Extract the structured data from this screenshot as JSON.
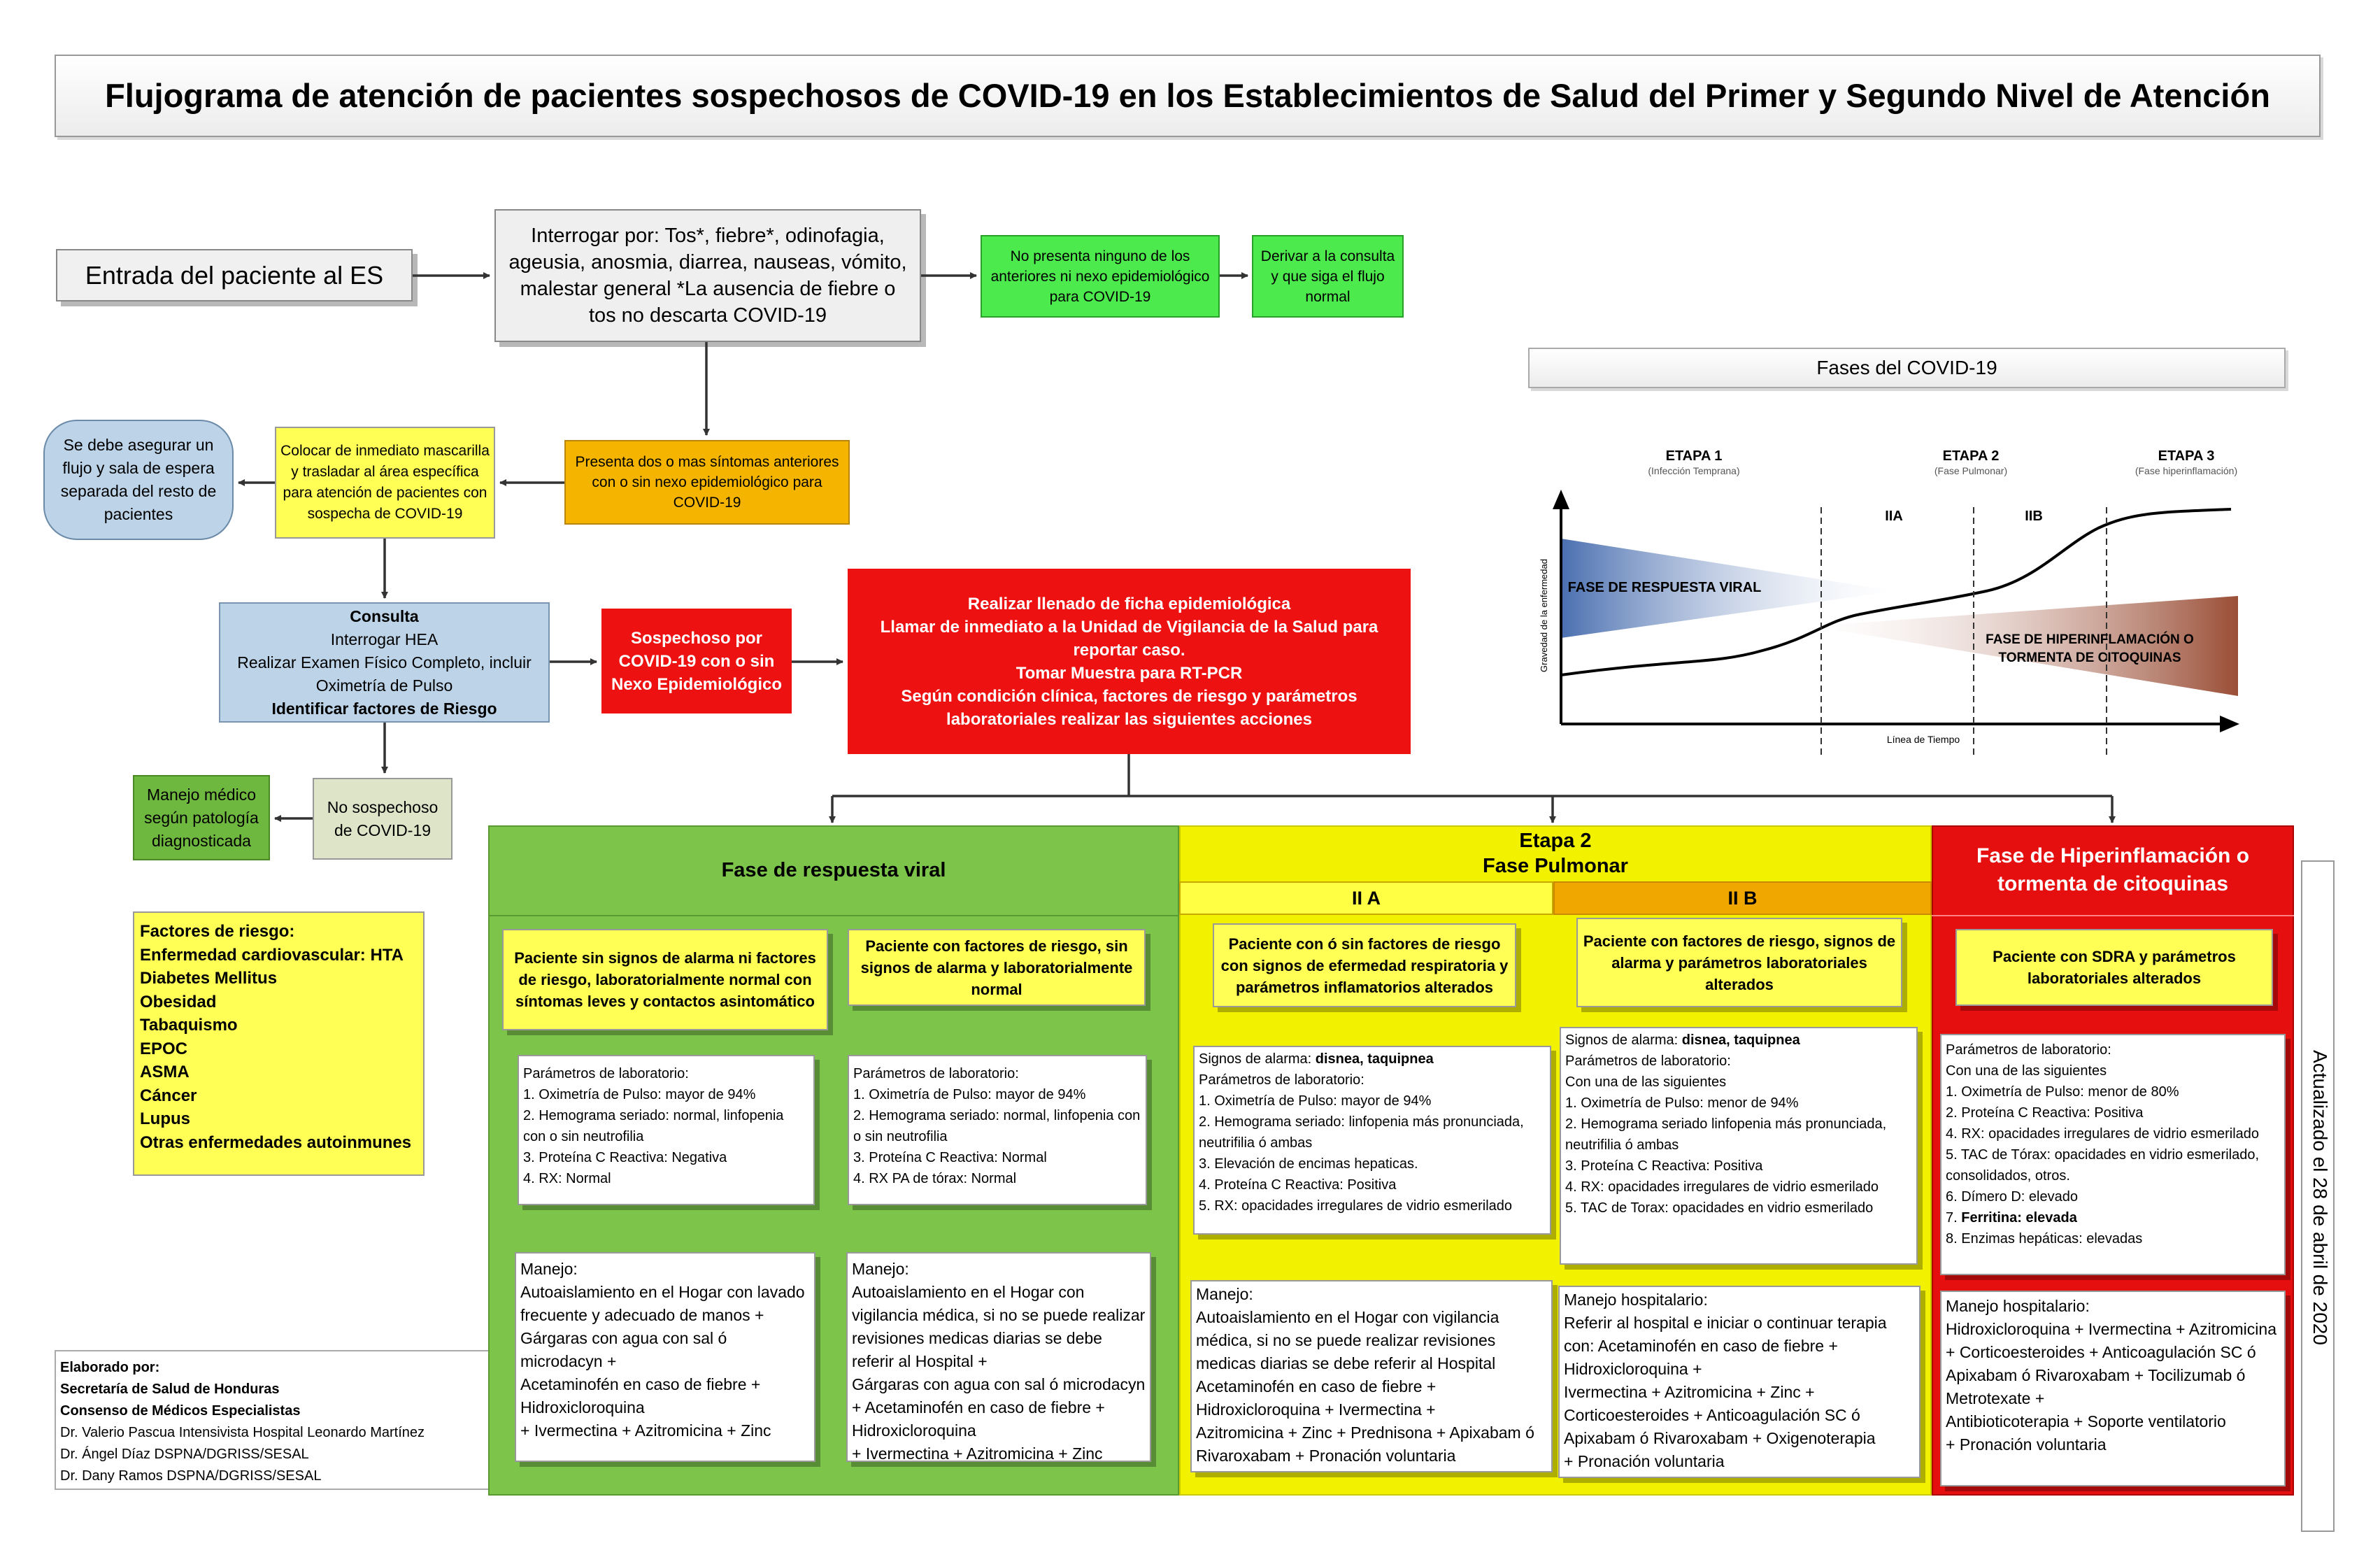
{
  "title": "Flujograma de atención de pacientes sospechosos de COVID-19 en los Establecimientos de Salud del Primer y Segundo Nivel de Atención",
  "entry": "Entrada del paciente al ES",
  "interrogate": "Interrogar por: Tos*, fiebre*, odinofagia, ageusia, anosmia, diarrea, nauseas, vómito, malestar general *La ausencia de fiebre o tos no descarta COVID-19",
  "no_symptoms": "No presenta  ninguno de los anteriores ni nexo epidemiológico para COVID-19",
  "derive": "Derivar a la consulta y que siga el flujo normal",
  "two_symptoms": "Presenta dos o mas síntomas anteriores con o sin nexo epidemiológico para COVID-19",
  "mask": "Colocar de inmediato mascarilla y trasladar al área específica para atención de pacientes con sospecha de COVID-19",
  "ensure": "Se debe asegurar un flujo y sala de espera separada del resto de pacientes",
  "consulta": {
    "title": "Consulta",
    "l1": "Interrogar HEA",
    "l2": "Realizar Examen Físico Completo, incluir",
    "l3": "Oximetría de Pulso",
    "l4": "Identificar factores de Riesgo"
  },
  "suspect": "Sospechoso por COVID-19 con o sin Nexo Epidemiológico",
  "epi": {
    "l1": "Realizar llenado de ficha epidemiológica",
    "l2": "Llamar de inmediato a la Unidad de Vigilancia de la Salud para reportar caso.",
    "l3": "Tomar Muestra para RT-PCR",
    "l4": "Según condición clínica, factores de riesgo y parámetros laboratoriales  realizar las siguientes acciones"
  },
  "not_suspect": "No sospechoso de COVID-19",
  "medical": "Manejo médico según patología diagnosticada",
  "risk": {
    "title": "Factores de riesgo:",
    "items": [
      "Enfermedad cardiovascular: HTA",
      "Diabetes Mellitus",
      "Obesidad",
      "Tabaquismo",
      "EPOC",
      "ASMA",
      "Cáncer",
      "Lupus",
      "Otras enfermedades autoinmunes"
    ]
  },
  "credits": {
    "title": "Elaborado por:",
    "org1": "Secretaría de Salud de Honduras",
    "org2": "Consenso de Médicos Especialistas",
    "p1": "Dr. Valerio Pascua Intensivista Hospital Leonardo Martínez",
    "p2": "Dr. Ángel Díaz DSPNA/DGRISS/SESAL",
    "p3": "Dr. Dany Ramos DSPNA/DGRISS/SESAL"
  },
  "updated": "Actualizado el 28 de abril de 2020",
  "phases_title": "Fases del COVID-19",
  "phase_chart": {
    "stage1": "ETAPA 1",
    "stage1_sub": "(Infección Temprana)",
    "stage2": "ETAPA 2",
    "stage2_sub": "(Fase Pulmonar)",
    "stage3": "ETAPA 3",
    "stage3_sub": "(Fase hiperinflamación)",
    "iia": "IIA",
    "iib": "IIB",
    "viral": "FASE DE RESPUESTA VIRAL",
    "hyper1": "FASE DE HIPERINFLAMACIÓN O",
    "hyper2": "TORMENTA DE CITOQUINAS",
    "ylabel": "Gravedad de la enfermedad",
    "xlabel": "Línea de Tiempo"
  },
  "col_viral": {
    "header": "Fase de respuesta viral",
    "a_title": "Paciente sin signos de alarma ni factores de riesgo, laboratorialmente normal con síntomas leves y contactos asintomático",
    "a_lab": [
      "Parámetros de laboratorio:",
      "1. Oximetría de Pulso: mayor de 94%",
      "2. Hemograma seriado: normal, linfopenia con o sin neutrofilia",
      "3. Proteína C Reactiva: Negativa",
      "4. RX: Normal"
    ],
    "a_man": [
      "Manejo:",
      "Autoaislamiento en el Hogar con lavado frecuente y adecuado de manos +",
      "Gárgaras con agua con sal ó microdacyn +",
      "Acetaminofén  en caso de fiebre + Hidroxicloroquina",
      "+ Ivermectina + Azitromicina + Zinc"
    ],
    "b_title": "Paciente con factores de riesgo, sin signos de alarma y laboratorialmente normal",
    "b_lab": [
      "Parámetros de laboratorio:",
      "1. Oximetría de Pulso: mayor de 94%",
      "2. Hemograma seriado: normal, linfopenia con o sin neutrofilia",
      "3. Proteína C Reactiva: Normal",
      "4. RX PA de tórax: Normal"
    ],
    "b_man": [
      "Manejo:",
      "Autoaislamiento en el Hogar con vigilancia médica, si no se puede realizar revisiones medicas diarias se debe referir al Hospital +",
      "Gárgaras con agua con sal ó microdacyn + Acetaminofén  en caso de fiebre + Hidroxicloroquina",
      "+ Ivermectina + Azitromicina + Zinc"
    ]
  },
  "col_pulm": {
    "header1": "Etapa 2",
    "header2": "Fase Pulmonar",
    "iia": "II A",
    "iib": "II B",
    "a_title": "Paciente con ó sin factores de riesgo con signos de efermedad respiratoria y parámetros inflamatorios alterados",
    "a_alarm_label": "Signos de alarma: ",
    "a_alarm_value": "disnea, taquipnea",
    "a_lab": [
      "Parámetros de laboratorio:",
      "1. Oximetría de Pulso: mayor de 94%",
      "2. Hemograma seriado: linfopenia más pronunciada, neutrifilia ó ambas",
      "3. Elevación de encimas hepaticas.",
      "4. Proteína C Reactiva: Positiva",
      "5. RX: opacidades irregulares de vidrio esmerilado"
    ],
    "a_man": [
      "Manejo:",
      "Autoaislamiento en el Hogar con vigilancia médica, si no se puede realizar revisiones medicas diarias se debe referir al Hospital",
      "Acetaminofén en caso de fiebre + Hidroxicloroquina + Ivermectina +",
      "Azitromicina + Zinc + Prednisona + Apixabam ó Rivaroxabam + Pronación voluntaria"
    ],
    "b_title": "Paciente con factores de riesgo, signos de alarma y parámetros laboratoriales alterados",
    "b_alarm_label": "Signos de alarma: ",
    "b_alarm_value": "disnea, taquipnea",
    "b_lab": [
      "Parámetros de laboratorio:",
      "Con una de las siguientes",
      "1. Oximetría de Pulso: menor de 94%",
      "2. Hemograma seriado linfopenia más pronunciada, neutrifilia ó ambas",
      "3. Proteína C Reactiva: Positiva",
      "4. RX: opacidades irregulares de vidrio esmerilado",
      "5. TAC de Torax: opacidades en vidrio esmerilado"
    ],
    "b_man": [
      "Manejo hospitalario:",
      "Referir al hospital e iniciar o continuar terapia con: Acetaminofén en caso de fiebre + Hidroxicloroquina +",
      "Ivermectina + Azitromicina + Zinc + Corticoesteroides + Anticoagulación SC ó Apixabam ó Rivaroxabam + Oxigenoterapia",
      "+ Pronación voluntaria"
    ]
  },
  "col_hyper": {
    "header": "Fase de Hiperinflamación o tormenta de citoquinas",
    "title": "Paciente con SDRA y parámetros laboratoriales alterados",
    "lab": [
      "Parámetros de laboratorio:",
      "Con una de las siguientes",
      "1. Oximetría de Pulso: menor de 80%",
      "2. Proteína C Reactiva: Positiva",
      "4. RX: opacidades irregulares de vidrio esmerilado",
      "5. TAC de Tórax: opacidades en vidrio esmerilado, consolidados, otros.",
      "6. Dímero D: elevado"
    ],
    "lab_ferr_label": "7. ",
    "lab_ferr_value": "Ferritina: elevada",
    "lab_last": "8. Enzimas hepáticas: elevadas",
    "man": [
      "Manejo hospitalario:",
      "Hidroxicloroquina + Ivermectina + Azitromicina + Corticoesteroides + Anticoagulación SC ó Apixabam ó Rivaroxabam + Tocilizumab ó Metrotexate +",
      "Antibioticoterapia + Soporte ventilatorio",
      "+ Pronación voluntaria"
    ]
  },
  "colors": {
    "gray": "#ededed",
    "green": "#4dea4d",
    "orange": "#f4b400",
    "yellow": "#ffff55",
    "lightblue": "#bcd3e8",
    "red": "#ee1111",
    "col_green": "#7cc44a",
    "col_yellow": "#f2f200",
    "col_red": "#e50f0f",
    "darkgreen": "#6fb840",
    "sage": "#dde4c8"
  }
}
